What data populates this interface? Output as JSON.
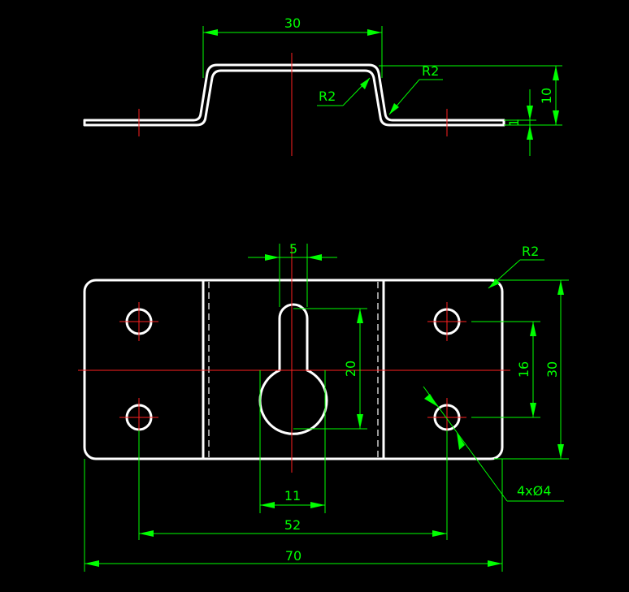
{
  "dimensions": {
    "top_width": "30",
    "top_radius_left": "R2",
    "top_radius_right": "R2",
    "top_height": "10",
    "top_thickness": "1",
    "slot_width": "5",
    "corner_radius": "R2",
    "slot_height": "20",
    "hole_spacing_v": "16",
    "overall_height": "30",
    "hole_callout": "4xØ4",
    "keyhole_diameter": "11",
    "hole_spacing_h": "52",
    "overall_width": "70"
  },
  "colors": {
    "geometry": "#ffffff",
    "center_lines": "#ff2020",
    "dimensions": "#00ff00",
    "background": "#000000"
  }
}
